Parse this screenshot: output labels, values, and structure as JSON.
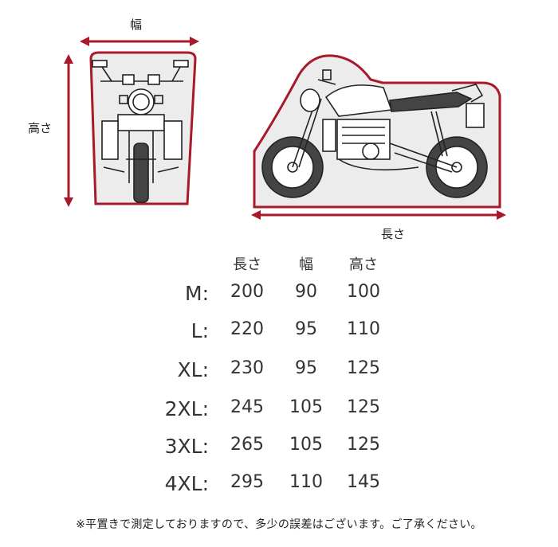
{
  "diagram": {
    "width_label": "幅",
    "height_label": "高さ",
    "length_label": "長さ"
  },
  "table": {
    "headers": {
      "length": "長さ",
      "width": "幅",
      "height": "高さ"
    },
    "rows": [
      {
        "size": "M:",
        "length": "200",
        "width": "90",
        "height": "100"
      },
      {
        "size": "L:",
        "length": "220",
        "width": "95",
        "height": "110"
      },
      {
        "size": "XL:",
        "length": "230",
        "width": "95",
        "height": "125"
      },
      {
        "size": "2XL:",
        "length": "245",
        "width": "105",
        "height": "125"
      },
      {
        "size": "3XL:",
        "length": "265",
        "width": "105",
        "height": "125"
      },
      {
        "size": "4XL:",
        "length": "295",
        "width": "110",
        "height": "145"
      }
    ]
  },
  "note": "※平置きで測定しておりますので、多少の誤差はございます。ご了承ください。",
  "colors": {
    "accent": "#a8192a",
    "cover_fill": "#ececec"
  }
}
